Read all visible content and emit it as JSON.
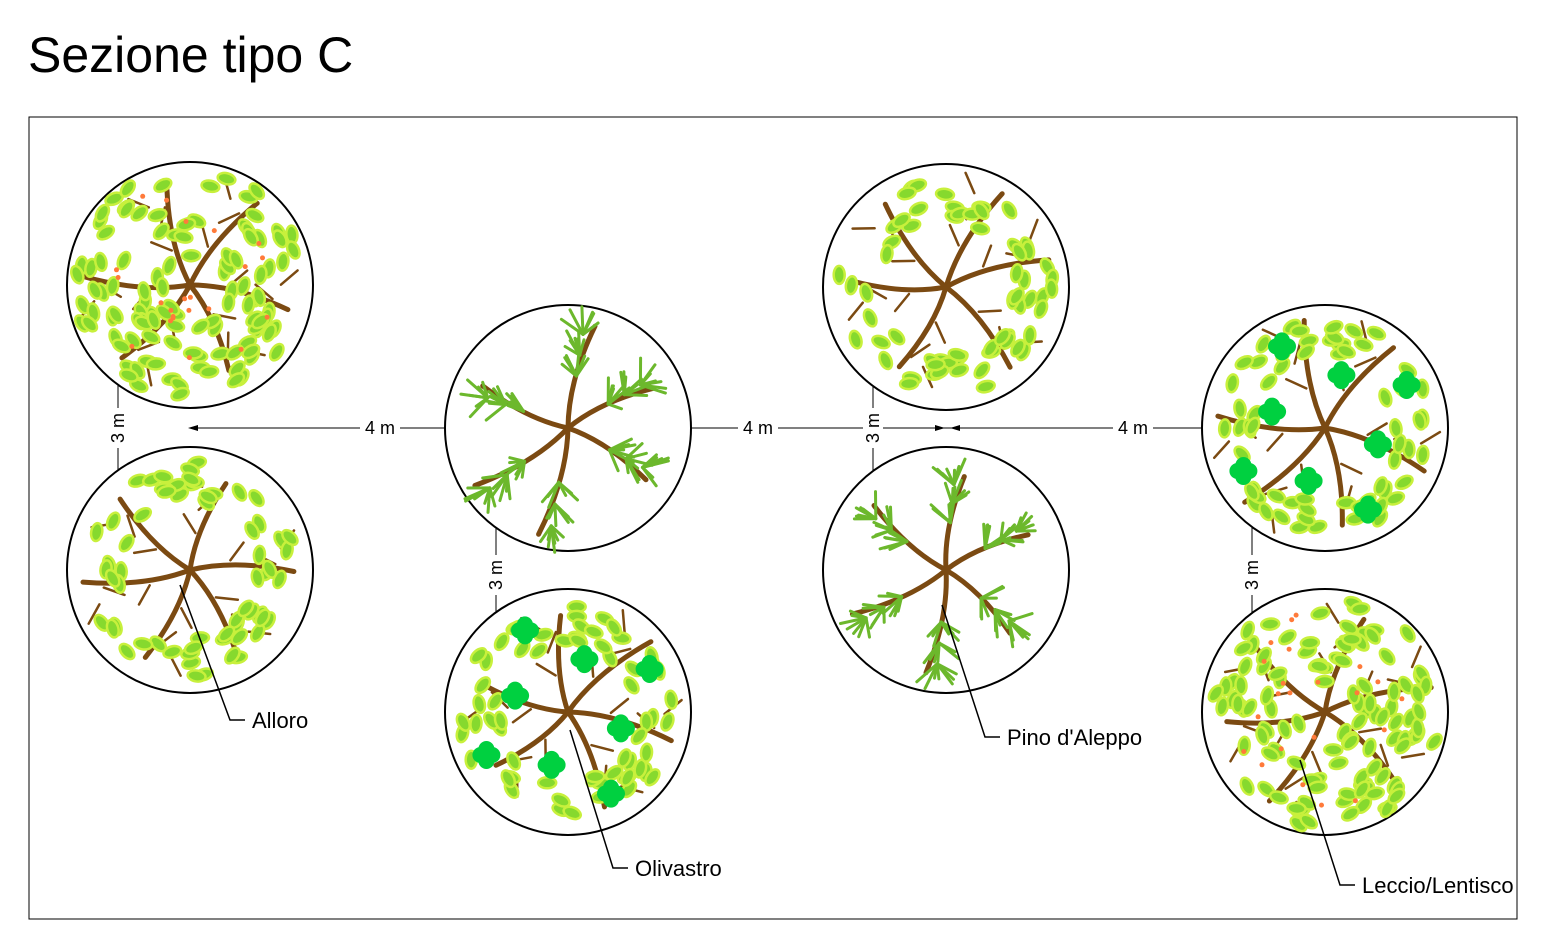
{
  "title": "Sezione tipo C",
  "dimensions": {
    "spacing_row": "4 m",
    "spacing_column": "3 m"
  },
  "species": [
    {
      "name": "Alloro"
    },
    {
      "name": "Olivastro"
    },
    {
      "name": "Pino d'Aleppo"
    },
    {
      "name": "Leccio/Lentisco"
    }
  ],
  "colors": {
    "trunk": "#7b4a12",
    "leaf_fill": "#86d92e",
    "leaf_edge": "#c8f03c",
    "needle": "#6cb82c",
    "fruit": "#00d040",
    "berry": "#ff7a3a"
  }
}
